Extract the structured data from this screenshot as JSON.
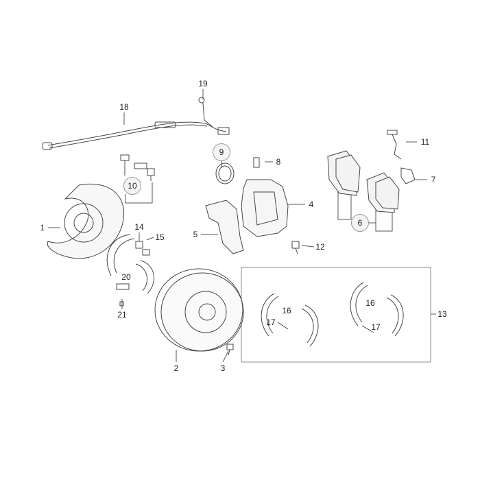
{
  "diagram": {
    "title": "",
    "callouts": [
      {
        "id": "c19",
        "text": "19"
      },
      {
        "id": "c18",
        "text": "18"
      },
      {
        "id": "c9",
        "text": "9"
      },
      {
        "id": "c8",
        "text": "8"
      },
      {
        "id": "c11",
        "text": "11"
      },
      {
        "id": "c7",
        "text": "7"
      },
      {
        "id": "c10",
        "text": "10"
      },
      {
        "id": "c4",
        "text": "4"
      },
      {
        "id": "c6",
        "text": "6"
      },
      {
        "id": "c1",
        "text": "1"
      },
      {
        "id": "c14",
        "text": "14"
      },
      {
        "id": "c15",
        "text": "15"
      },
      {
        "id": "c5",
        "text": "5"
      },
      {
        "id": "c12",
        "text": "12"
      },
      {
        "id": "c20",
        "text": "20"
      },
      {
        "id": "c21",
        "text": "21"
      },
      {
        "id": "c13",
        "text": "13"
      },
      {
        "id": "c16a",
        "text": "16"
      },
      {
        "id": "c17a",
        "text": "17"
      },
      {
        "id": "c16b",
        "text": "16"
      },
      {
        "id": "c17b",
        "text": "17"
      },
      {
        "id": "c2",
        "text": "2"
      },
      {
        "id": "c3",
        "text": "3"
      }
    ]
  }
}
